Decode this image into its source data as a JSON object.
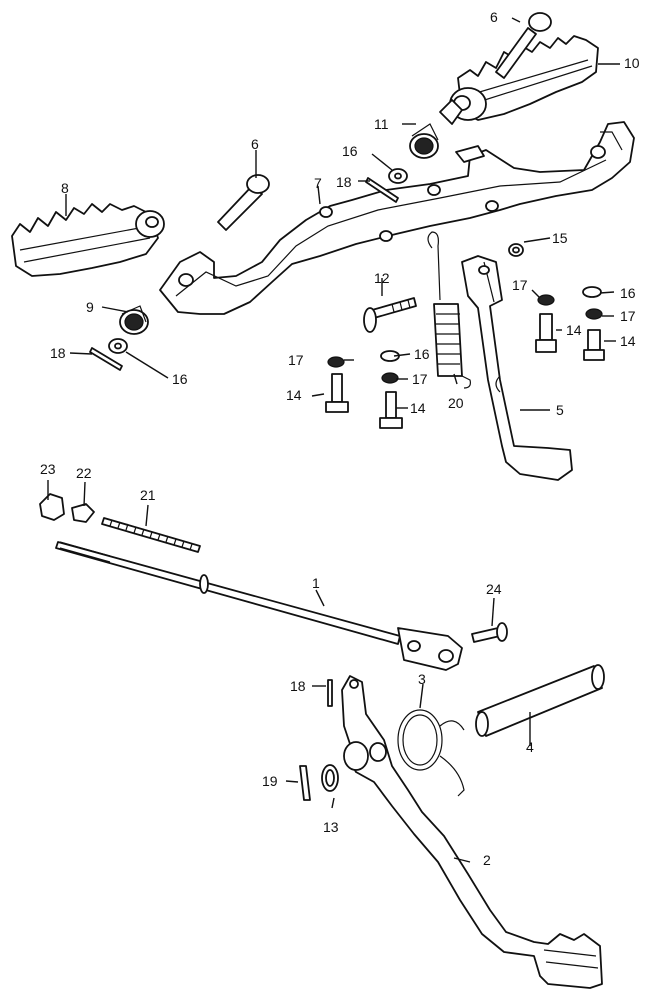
{
  "callouts": {
    "c1": "1",
    "c2": "2",
    "c3": "3",
    "c4": "4",
    "c5": "5",
    "c6a": "6",
    "c6b": "6",
    "c7": "7",
    "c8": "8",
    "c9": "9",
    "c10": "10",
    "c11": "11",
    "c12": "12",
    "c13": "13",
    "c14a": "14",
    "c14b": "14",
    "c14c": "14",
    "c14d": "14",
    "c15": "15",
    "c16a": "16",
    "c16b": "16",
    "c16c": "16",
    "c16d": "16",
    "c17a": "17",
    "c17b": "17",
    "c17c": "17",
    "c17d": "17",
    "c18a": "18",
    "c18b": "18",
    "c18c": "18",
    "c19": "19",
    "c20": "20",
    "c21": "21",
    "c22": "22",
    "c23": "23",
    "c24": "24"
  }
}
